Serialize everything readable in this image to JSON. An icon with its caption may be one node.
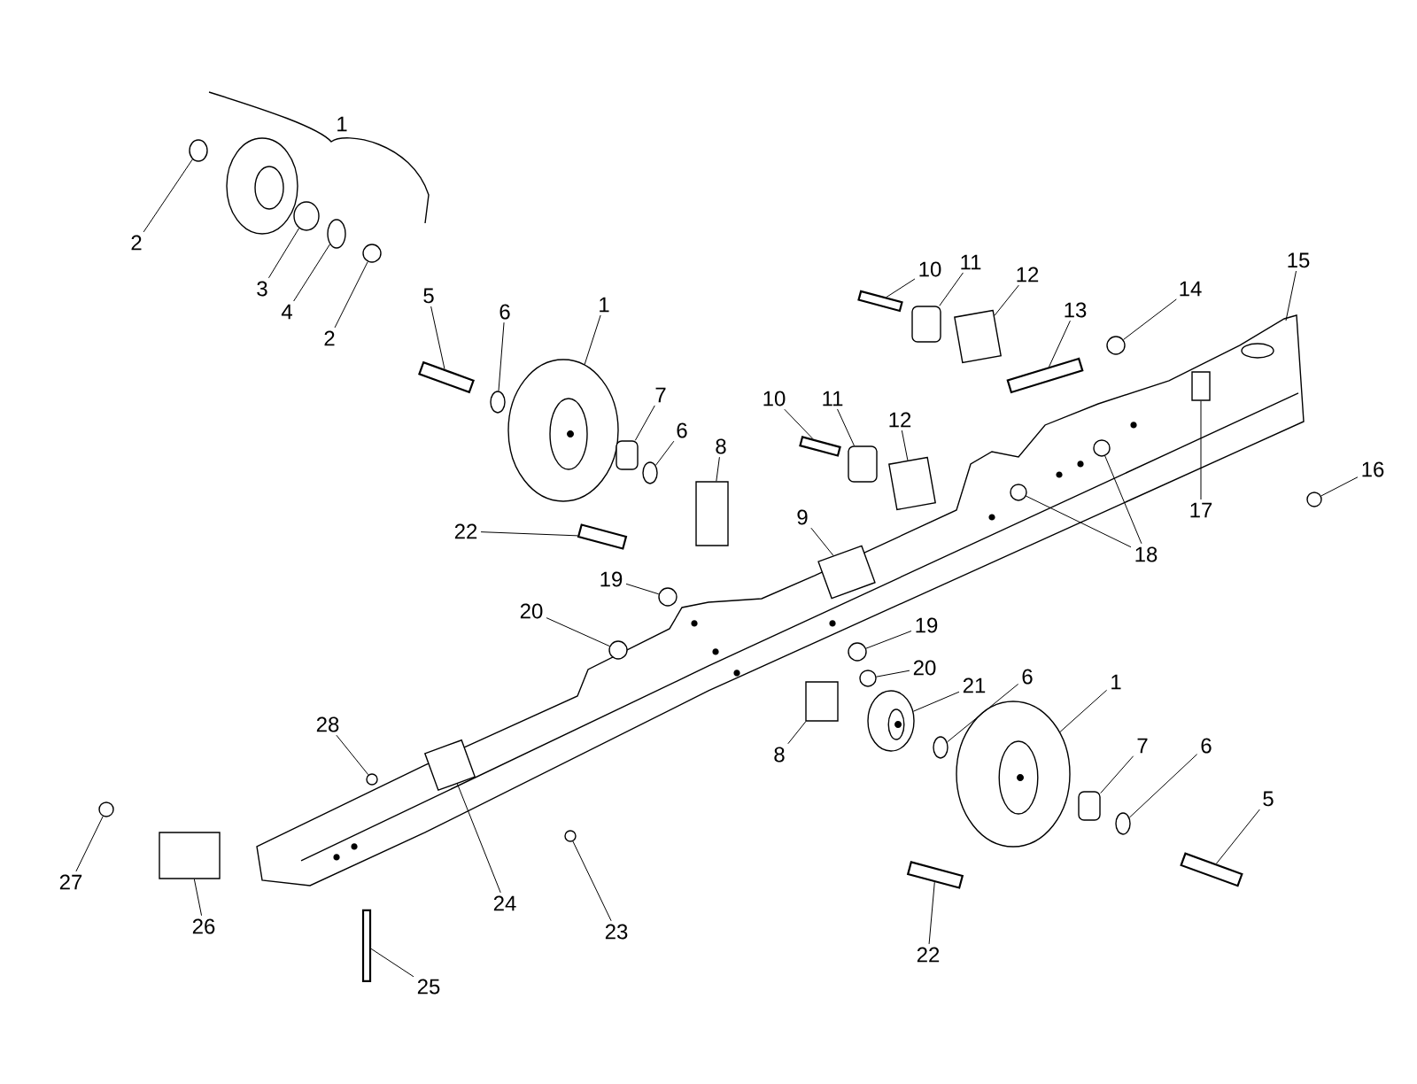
{
  "diagram": {
    "nodes": [
      {
        "text": [
          "1"
        ]
      },
      {
        "text": [
          "2"
        ]
      },
      {
        "text": [
          "3"
        ]
      },
      {
        "text": [
          "4"
        ]
      },
      {
        "text": [
          "2"
        ]
      },
      {
        "text": [
          "5"
        ]
      },
      {
        "text": [
          "6"
        ]
      },
      {
        "text": [
          "1"
        ]
      },
      {
        "text": [
          "15"
        ]
      },
      {
        "text": [
          "10"
        ]
      },
      {
        "text": [
          "11"
        ]
      },
      {
        "text": [
          "12"
        ]
      },
      {
        "text": [
          "14"
        ]
      },
      {
        "text": [
          "13"
        ]
      },
      {
        "text": [
          "7"
        ]
      },
      {
        "text": [
          "10"
        ]
      },
      {
        "text": [
          "11"
        ]
      },
      {
        "text": [
          "12"
        ]
      },
      {
        "text": [
          "6"
        ]
      },
      {
        "text": [
          "8"
        ]
      },
      {
        "text": [
          "16"
        ]
      },
      {
        "text": [
          "17"
        ]
      },
      {
        "text": [
          "22"
        ]
      },
      {
        "text": [
          "9"
        ]
      },
      {
        "text": [
          "18"
        ]
      },
      {
        "text": [
          "19"
        ]
      },
      {
        "text": [
          "20"
        ]
      },
      {
        "text": [
          "19"
        ]
      },
      {
        "text": [
          "20"
        ]
      },
      {
        "text": [
          "1"
        ]
      },
      {
        "text": [
          "21"
        ]
      },
      {
        "text": [
          "6"
        ]
      },
      {
        "text": [
          "28"
        ]
      },
      {
        "text": [
          "8"
        ]
      },
      {
        "text": [
          "6"
        ]
      },
      {
        "text": [
          "7"
        ]
      },
      {
        "text": [
          "5"
        ]
      },
      {
        "text": [
          "27"
        ]
      },
      {
        "text": [
          "24"
        ]
      },
      {
        "text": [
          "23"
        ]
      },
      {
        "text": [
          "26"
        ]
      },
      {
        "text": [
          "22"
        ]
      },
      {
        "text": [
          "25"
        ]
      },
      {
        "text": [],
        "shape": "circle"
      },
      {
        "text": [],
        "shape": "circle"
      },
      {
        "text": [],
        "shape": "circle"
      },
      {
        "text": [],
        "shape": "circle"
      },
      {
        "text": [],
        "shape": "bar"
      },
      {
        "text": [],
        "shape": "circle"
      },
      {
        "text": [],
        "shape": "circle"
      },
      {
        "text": [],
        "shape": "bar"
      },
      {
        "text": [],
        "shape": "cylinder"
      },
      {
        "text": [],
        "shape": "box"
      },
      {
        "text": [],
        "shape": "circle"
      },
      {
        "text": [],
        "shape": "bar"
      },
      {
        "text": [],
        "shape": "cylinder"
      },
      {
        "text": [],
        "shape": "bar"
      },
      {
        "text": [],
        "shape": "cylinder"
      },
      {
        "text": [],
        "shape": "box"
      },
      {
        "text": [],
        "shape": "circle"
      },
      {
        "text": [],
        "shape": "box"
      },
      {
        "text": [],
        "shape": "circle"
      },
      {
        "text": [],
        "shape": "box"
      },
      {
        "text": [],
        "shape": "bar"
      },
      {
        "text": [],
        "shape": "box"
      },
      {
        "text": [],
        "shape": "circle"
      },
      {
        "text": [],
        "shape": "circle"
      },
      {
        "text": [],
        "shape": "circle"
      },
      {
        "text": [],
        "shape": "circle"
      },
      {
        "text": [],
        "shape": "circle"
      },
      {
        "text": [],
        "shape": "circle"
      },
      {
        "text": [],
        "shape": "circle"
      },
      {
        "text": [],
        "shape": "circle"
      },
      {
        "text": [],
        "shape": "circle"
      },
      {
        "text": [],
        "shape": "circle"
      },
      {
        "text": [],
        "shape": "box"
      },
      {
        "text": [],
        "shape": "circle"
      },
      {
        "text": [],
        "shape": "cylinder"
      },
      {
        "text": [],
        "shape": "bar"
      },
      {
        "text": [],
        "shape": "circle"
      },
      {
        "text": [],
        "shape": "box"
      },
      {
        "text": [],
        "shape": "circle"
      },
      {
        "text": [],
        "shape": "box"
      },
      {
        "text": [],
        "shape": "bar"
      },
      {
        "text": [],
        "shape": "bar"
      }
    ],
    "edges": [
      {
        "from": 1,
        "to": 43,
        "arrow": "none"
      },
      {
        "from": 2,
        "to": 44,
        "arrow": "none"
      },
      {
        "from": 3,
        "to": 45,
        "arrow": "none"
      },
      {
        "from": 4,
        "to": 46,
        "arrow": "none"
      },
      {
        "from": 5,
        "to": 47,
        "arrow": "none"
      },
      {
        "from": 6,
        "to": 48,
        "arrow": "none"
      },
      {
        "from": 7,
        "to": 49,
        "arrow": "none"
      },
      {
        "from": 8,
        "to": null,
        "arrow": "none"
      },
      {
        "from": 9,
        "to": 50,
        "arrow": "none"
      },
      {
        "from": 10,
        "to": 51,
        "arrow": "none"
      },
      {
        "from": 11,
        "to": 52,
        "arrow": "none"
      },
      {
        "from": 12,
        "to": 53,
        "arrow": "none"
      },
      {
        "from": 13,
        "to": 54,
        "arrow": "none"
      },
      {
        "from": 14,
        "to": 55,
        "arrow": "none"
      },
      {
        "from": 15,
        "to": 56,
        "arrow": "none"
      },
      {
        "from": 16,
        "to": 57,
        "arrow": "none"
      },
      {
        "from": 17,
        "to": 58,
        "arrow": "none"
      },
      {
        "from": 18,
        "to": 59,
        "arrow": "none"
      },
      {
        "from": 19,
        "to": 60,
        "arrow": "none"
      },
      {
        "from": 20,
        "to": 61,
        "arrow": "none"
      },
      {
        "from": 21,
        "to": 62,
        "arrow": "none"
      },
      {
        "from": 22,
        "to": 63,
        "arrow": "none"
      },
      {
        "from": 23,
        "to": 64,
        "arrow": "none"
      },
      {
        "from": 24,
        "to": 65,
        "arrow": "none"
      },
      {
        "from": 24,
        "to": 66,
        "arrow": "none"
      },
      {
        "from": 25,
        "to": 67,
        "arrow": "none"
      },
      {
        "from": 26,
        "to": 68,
        "arrow": "none"
      },
      {
        "from": 27,
        "to": 69,
        "arrow": "none"
      },
      {
        "from": 28,
        "to": 70,
        "arrow": "none"
      },
      {
        "from": 29,
        "to": 71,
        "arrow": "none"
      },
      {
        "from": 30,
        "to": 72,
        "arrow": "none"
      },
      {
        "from": 31,
        "to": 73,
        "arrow": "none"
      },
      {
        "from": 32,
        "to": 74,
        "arrow": "none"
      },
      {
        "from": 33,
        "to": 75,
        "arrow": "none"
      },
      {
        "from": 34,
        "to": 76,
        "arrow": "none"
      },
      {
        "from": 35,
        "to": 77,
        "arrow": "none"
      },
      {
        "from": 36,
        "to": 78,
        "arrow": "none"
      },
      {
        "from": 37,
        "to": 79,
        "arrow": "none"
      },
      {
        "from": 38,
        "to": 80,
        "arrow": "none"
      },
      {
        "from": 39,
        "to": 81,
        "arrow": "none"
      },
      {
        "from": 40,
        "to": 82,
        "arrow": "none"
      },
      {
        "from": 41,
        "to": 83,
        "arrow": "none"
      },
      {
        "from": 42,
        "to": 84,
        "arrow": "none"
      }
    ]
  }
}
